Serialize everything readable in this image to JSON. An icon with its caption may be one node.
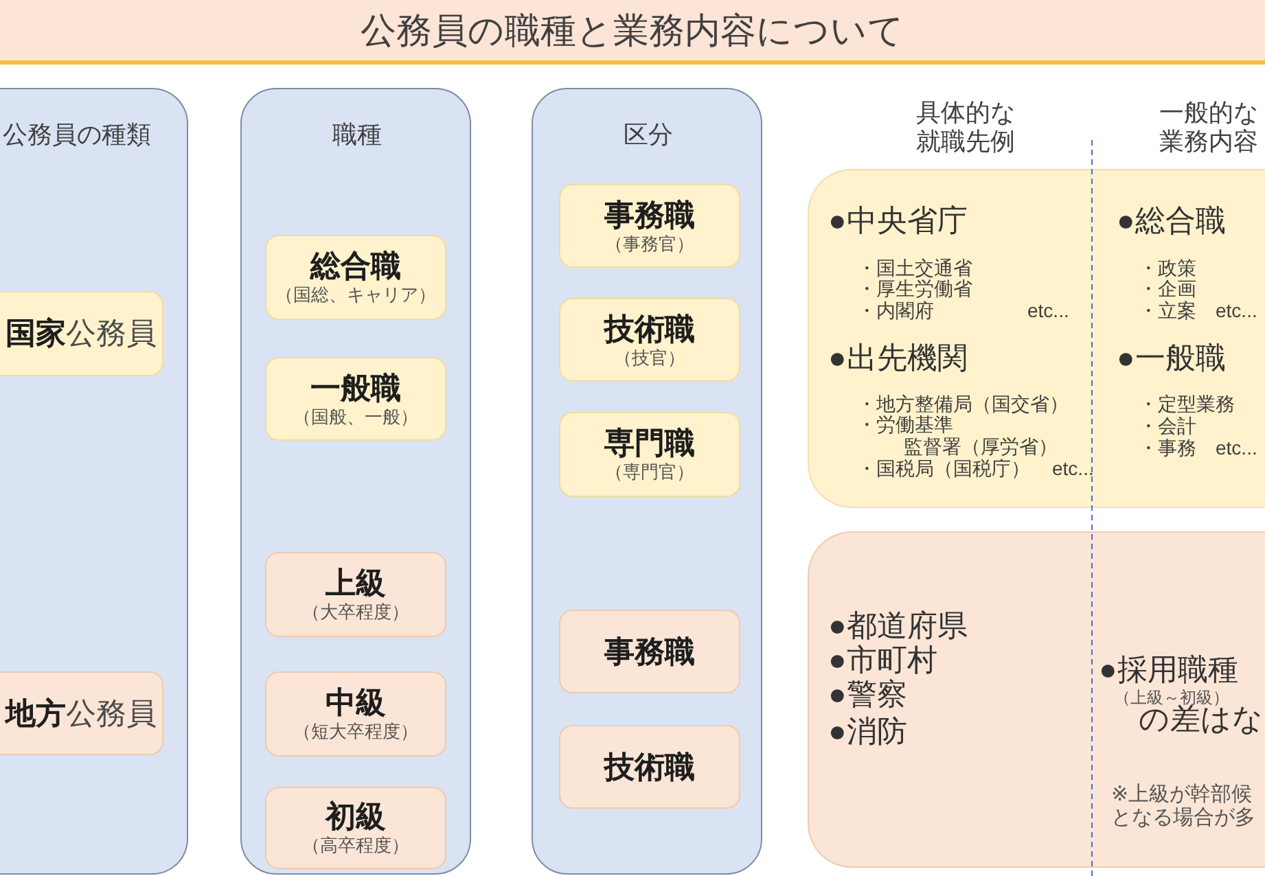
{
  "diagram": {
    "title": "公務員の職種と業務内容について",
    "nodes": [
      {
        "text": [
          "公務員の種類"
        ]
      },
      {
        "text": [
          "**国家**公務員"
        ],
        "in": 0
      },
      {
        "text": [
          "**地方**公務員"
        ],
        "in": 0
      },
      {
        "text": [
          "職種"
        ]
      },
      {
        "text": [
          "総合職",
          "（国総、キャリア）"
        ],
        "in": 3
      },
      {
        "text": [
          "一般職",
          "（国般、一般）"
        ],
        "in": 3
      },
      {
        "text": [
          "上級",
          "（大卒程度）"
        ],
        "in": 3
      },
      {
        "text": [
          "中級",
          "（短大卒程度）"
        ],
        "in": 3
      },
      {
        "text": [
          "初級",
          "（高卒程度）"
        ],
        "in": 3
      },
      {
        "text": [
          "区分"
        ]
      },
      {
        "text": [
          "事務職",
          "（事務官）"
        ],
        "in": 9
      },
      {
        "text": [
          "技術職",
          "（技官）"
        ],
        "in": 9
      },
      {
        "text": [
          "専門職",
          "（専門官）"
        ],
        "in": 9
      },
      {
        "text": [
          "事務職"
        ],
        "in": 9
      },
      {
        "text": [
          "技術職"
        ],
        "in": 9
      },
      {
        "text": [
          "●中央省庁",
          "・国土交通省",
          "・厚生労働省",
          "・内閣府",
          "etc...",
          "●出先機関",
          "・地方整備局（国交省）",
          "・労働基準監督署（厚労省）",
          "・国税局（国税庁）",
          "etc...",
          "●総合職",
          "・政策",
          "・企画",
          "・立案",
          "etc...",
          "●一般職",
          "・定型業務",
          "・会計",
          "・事務",
          "etc..."
        ]
      },
      {
        "text": [
          "●都道府県",
          "●市町村",
          "●警察",
          "●消防",
          "●採用職種",
          "（上級～初級）",
          "の差はな",
          "※上級が幹部候となる場合が多"
        ]
      }
    ],
    "labels": [
      "具体的な就職先例",
      "一般的な業務内容"
    ]
  }
}
